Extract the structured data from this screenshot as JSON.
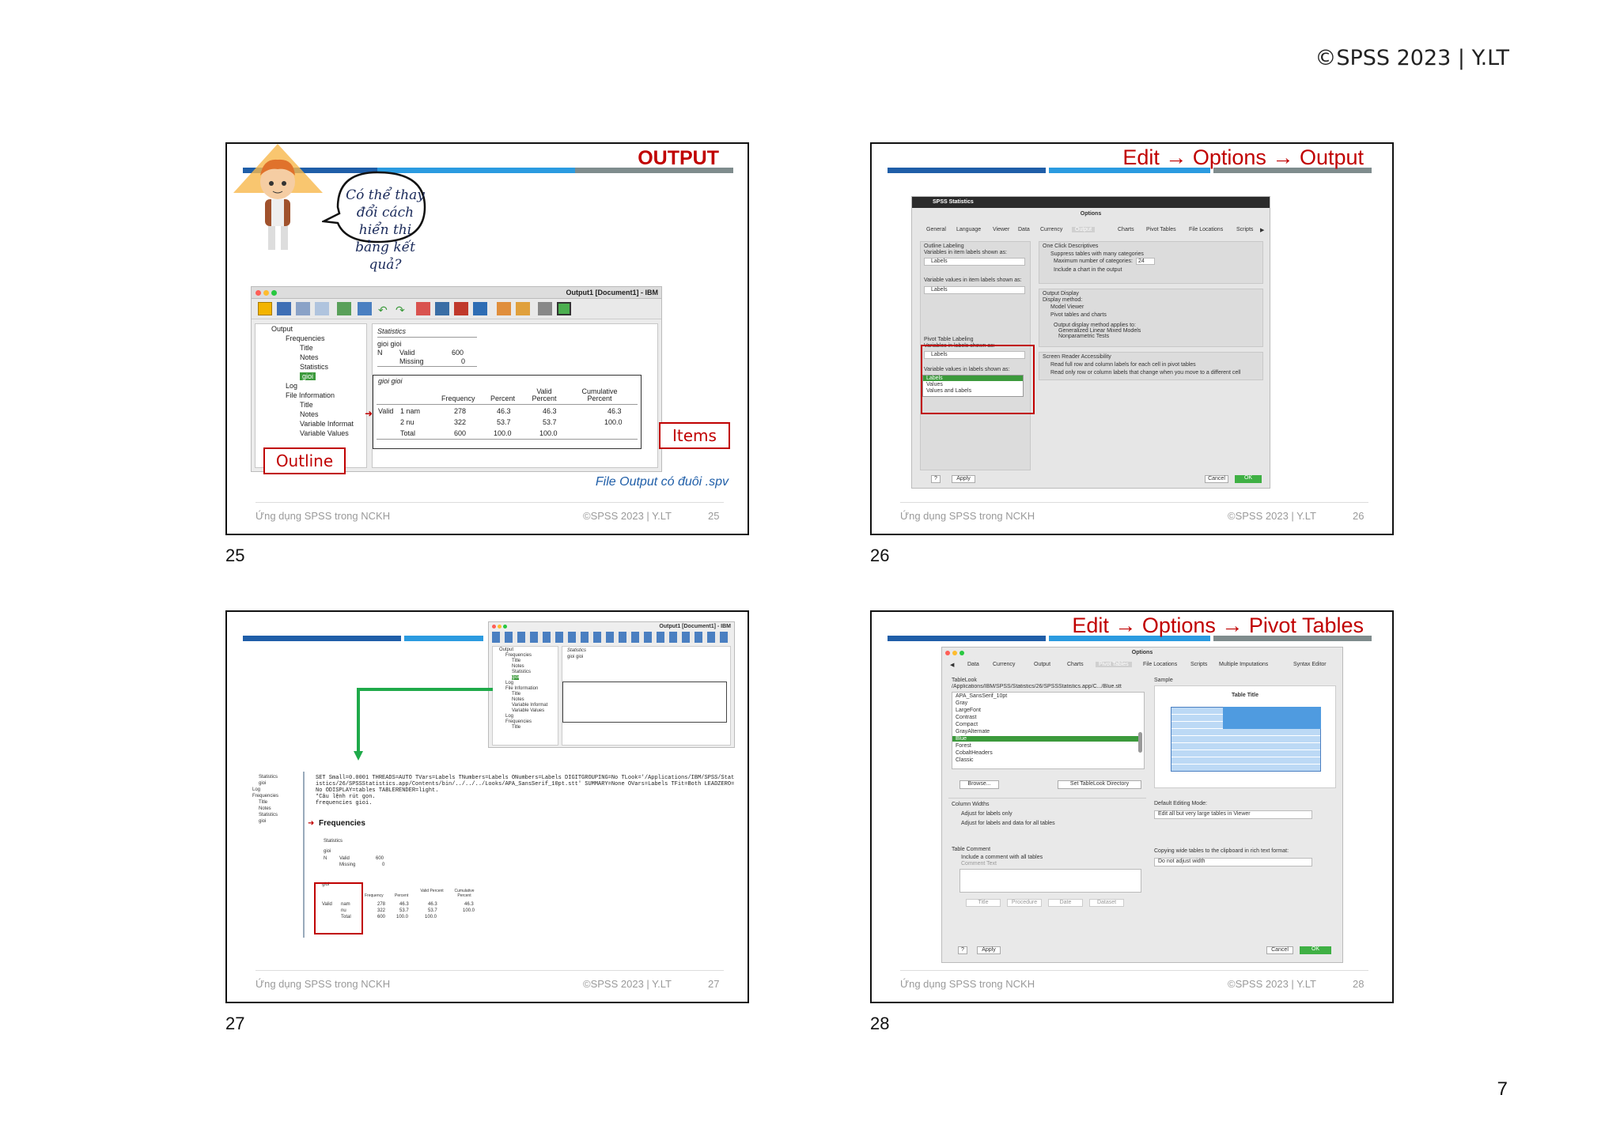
{
  "page": {
    "header": "©SPSS 2023 | Y.LT",
    "page_number": "7"
  },
  "footer": {
    "left": "Ứng dụng SPSS trong NCKH",
    "right": "©SPSS 2023 | Y.LT"
  },
  "slides": [
    {
      "number": "25",
      "page": "25",
      "title": "OUTPUT",
      "bubble": "Có thể thay đổi cách hiển thị bảng kết quả?",
      "window_title": "Output1 [Document1] - IBM",
      "tree": [
        "Output",
        "Frequencies",
        "Title",
        "Notes",
        "Statistics",
        "gioi",
        "Log",
        "File Information",
        "Title",
        "Notes",
        "Variable Informat",
        "Variable Values"
      ],
      "stats_label": "Statistics",
      "stats_var": "gioi gioi",
      "stats_rows": [
        [
          "N",
          "Valid",
          "600"
        ],
        [
          "",
          "Missing",
          "0"
        ]
      ],
      "freq_title": "gioi gioi",
      "freq_headers": [
        "Frequency",
        "Percent",
        "Valid Percent",
        "Cumulative Percent"
      ],
      "freq_rows": [
        [
          "Valid",
          "1 nam",
          "278",
          "46.3",
          "46.3",
          "46.3"
        ],
        [
          "",
          "2 nu",
          "322",
          "53.7",
          "53.7",
          "100.0"
        ],
        [
          "",
          "Total",
          "600",
          "100.0",
          "100.0",
          ""
        ]
      ],
      "label_outline": "Outline",
      "label_items": "Items",
      "caption": "File Output có đuôi .spv"
    },
    {
      "number": "26",
      "page": "26",
      "title": "Edit → Options → Output",
      "app": "SPSS Statistics",
      "dialog": "Options",
      "tabs": [
        "General",
        "Language",
        "Viewer",
        "Data",
        "Currency",
        "Output",
        "Charts",
        "Pivot Tables",
        "File Locations",
        "Scripts"
      ],
      "outline_labeling": "Outline Labeling",
      "var_item_label": "Variables in item labels shown as:",
      "var_item_value": "Labels",
      "val_item_label": "Variable values in item labels shown as:",
      "val_item_value": "Labels",
      "pivot_labeling": "Pivot Table Labeling",
      "pivot_var_label": "Variables in labels shown as:",
      "pivot_var_value": "Labels",
      "pivot_val_label": "Variable values in labels shown as:",
      "pivot_val_options": [
        "Labels",
        "Values",
        "Values and Labels"
      ],
      "one_click": "One Click Descriptives",
      "suppress": "Suppress tables with many categories",
      "max_cat": "Maximum number of categories:",
      "max_cat_value": "24",
      "include_chart": "Include a chart in the output",
      "output_display": "Output Display",
      "display_method": "Display method:",
      "model_viewer": "Model Viewer",
      "pivot_charts": "Pivot tables and charts",
      "applies": "Output display method applies to:",
      "glmm": "Generalized Linear Mixed Models",
      "nonparam": "Nonparametric Tests",
      "screen_reader": "Screen Reader Accessibility",
      "read_full": "Read full row and column labels for each cell in pivot tables",
      "read_only": "Read only row or column labels that change when you move to a different cell",
      "help": "?",
      "apply": "Apply",
      "cancel": "Cancel",
      "ok": "OK"
    },
    {
      "number": "27",
      "page": "27",
      "syntax": "SET Small=0.0001 THREADS=AUTO TVars=Labels TNumbers=Labels ONumbers=Labels DIGITGROUPING=No TLook='/Applications/IBM/SPSS/Statistics/26/SPSSStatistics.app/Contents/bin/../../../Looks/APA_SansSerif_10pt.stt' SUMMARY=None OVars=Labels TFit=Both LEADZERO=No ODISPLAY=tables TABLERENDER=light.",
      "syntax_comment": "*Câu lệnh rút gọn.",
      "syntax_cmd": "frequencies gioi.",
      "heading": "Frequencies",
      "stats_label": "Statistics",
      "stats_var": "gioi",
      "stats_rows": [
        [
          "N",
          "Valid",
          "600"
        ],
        [
          "",
          "Missing",
          "0"
        ]
      ],
      "freq_title": "gioi",
      "freq_headers": [
        "Frequency",
        "Percent",
        "Valid Percent",
        "Cumulative Percent"
      ],
      "freq_rows": [
        [
          "Valid",
          "nam",
          "278",
          "46.3",
          "46.3",
          "46.3"
        ],
        [
          "",
          "nu",
          "322",
          "53.7",
          "53.7",
          "100.0"
        ],
        [
          "",
          "Total",
          "600",
          "100.0",
          "100.0",
          ""
        ]
      ],
      "left_tree": [
        "Statistics",
        "gioi",
        "Log",
        "Frequencies",
        "Title",
        "Notes",
        "Statistics",
        "gioi"
      ],
      "mini_title": "Output1 [Document1] - IBM",
      "mini_tree": [
        "Output",
        "Frequencies",
        "Title",
        "Notes",
        "Statistics",
        "gioi",
        "Log",
        "File Information",
        "Title",
        "Notes",
        "Variable Informat",
        "Variable Values",
        "Log",
        "Frequencies",
        "Title"
      ]
    },
    {
      "number": "28",
      "page": "28",
      "title": "Edit → Options → Pivot Tables",
      "dialog": "Options",
      "tabs": [
        "Data",
        "Currency",
        "Output",
        "Charts",
        "Pivot Tables",
        "File Locations",
        "Scripts",
        "Multiple Imputations",
        "Syntax Editor"
      ],
      "tablelook": "TableLook",
      "tablelook_path": "/Applications/IBM/SPSS/Statistics/26/SPSSStatistics.app/C.../Blue.stt",
      "looks": [
        "APA_SansSerif_10pt",
        "Gray",
        "LargeFont",
        "Contrast",
        "Compact",
        "GrayAlternate",
        "Blue",
        "Forest",
        "CobaltHeaders",
        "Classic"
      ],
      "selected_look": "Blue",
      "browse": "Browse...",
      "set_dir": "Set TableLook Directory",
      "sample": "Sample",
      "sample_title": "Table Title",
      "column_widths": "Column Widths",
      "cw1": "Adjust for labels only",
      "cw2": "Adjust for labels and data for all tables",
      "default_edit": "Default Editing Mode:",
      "default_edit_value": "Edit all but very large tables in Viewer",
      "table_comment": "Table Comment",
      "include_comment": "Include a comment with all tables",
      "comment_text": "Comment Text",
      "comment_buttons": [
        "Title",
        "Procedure",
        "Date",
        "Dataset"
      ],
      "copying": "Copying wide tables to the clipboard in rich text format:",
      "copying_value": "Do not adjust width",
      "help": "?",
      "apply": "Apply",
      "cancel": "Cancel",
      "ok": "OK"
    }
  ]
}
